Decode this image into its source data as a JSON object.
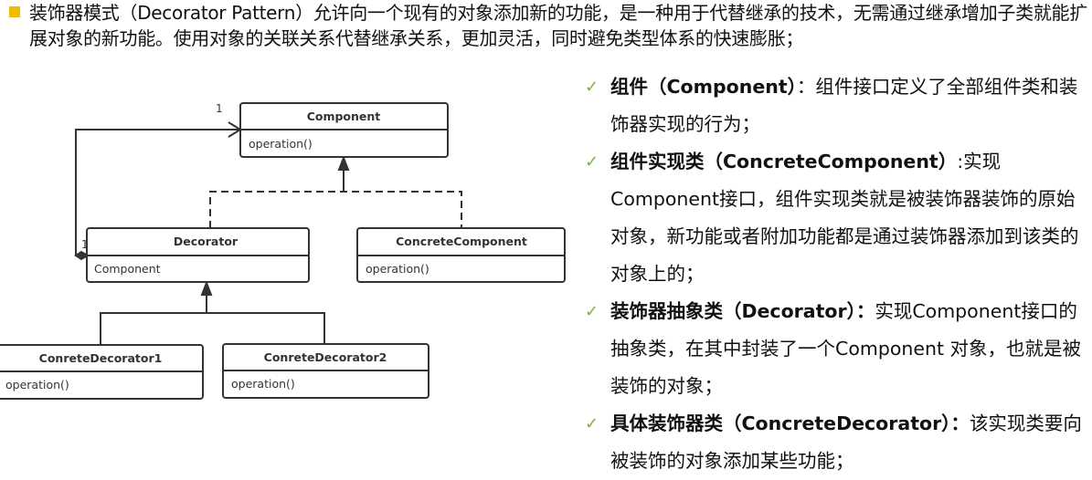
{
  "intro": {
    "text": "装饰器模式（Decorator Pattern）允许向一个现有的对象添加新的功能，是一种用于代替继承的技术，无需通过继承增加子类就能扩展对象的新功能。使用对象的关联关系代替继承关系，更加灵活，同时避免类型体系的快速膨胀；"
  },
  "diagram": {
    "classes": [
      {
        "name": "Component",
        "member": "operation()"
      },
      {
        "name": "Decorator",
        "member": "Component"
      },
      {
        "name": "ConcreteComponent",
        "member": "operation()"
      },
      {
        "name": "ConreteDecorator1",
        "member": "operation()"
      },
      {
        "name": "ConreteDecorator2",
        "member": "operation()"
      }
    ],
    "multiplicity_component": "1",
    "multiplicity_decorator": "1"
  },
  "roles": [
    {
      "term": "组件（Component）",
      "desc": "：组件接口定义了全部组件类和装饰器实现的行为；"
    },
    {
      "term": "组件实现类（ConcreteComponent）",
      "desc": ":实现Component接口，组件实现类就是被装饰器装饰的原始对象，新功能或者附加功能都是通过装饰器添加到该类的对象上的；"
    },
    {
      "term": "装饰器抽象类（Decorator）：",
      "desc": "实现Component接口的抽象类，在其中封装了一个Component 对象，也就是被装饰的对象；"
    },
    {
      "term": "具体装饰器类（ConcreteDecorator）：",
      "desc": "该实现类要向被装饰的对象添加某些功能；"
    }
  ],
  "colors": {
    "bullet": "#f5b800",
    "check": "#7cb342"
  }
}
